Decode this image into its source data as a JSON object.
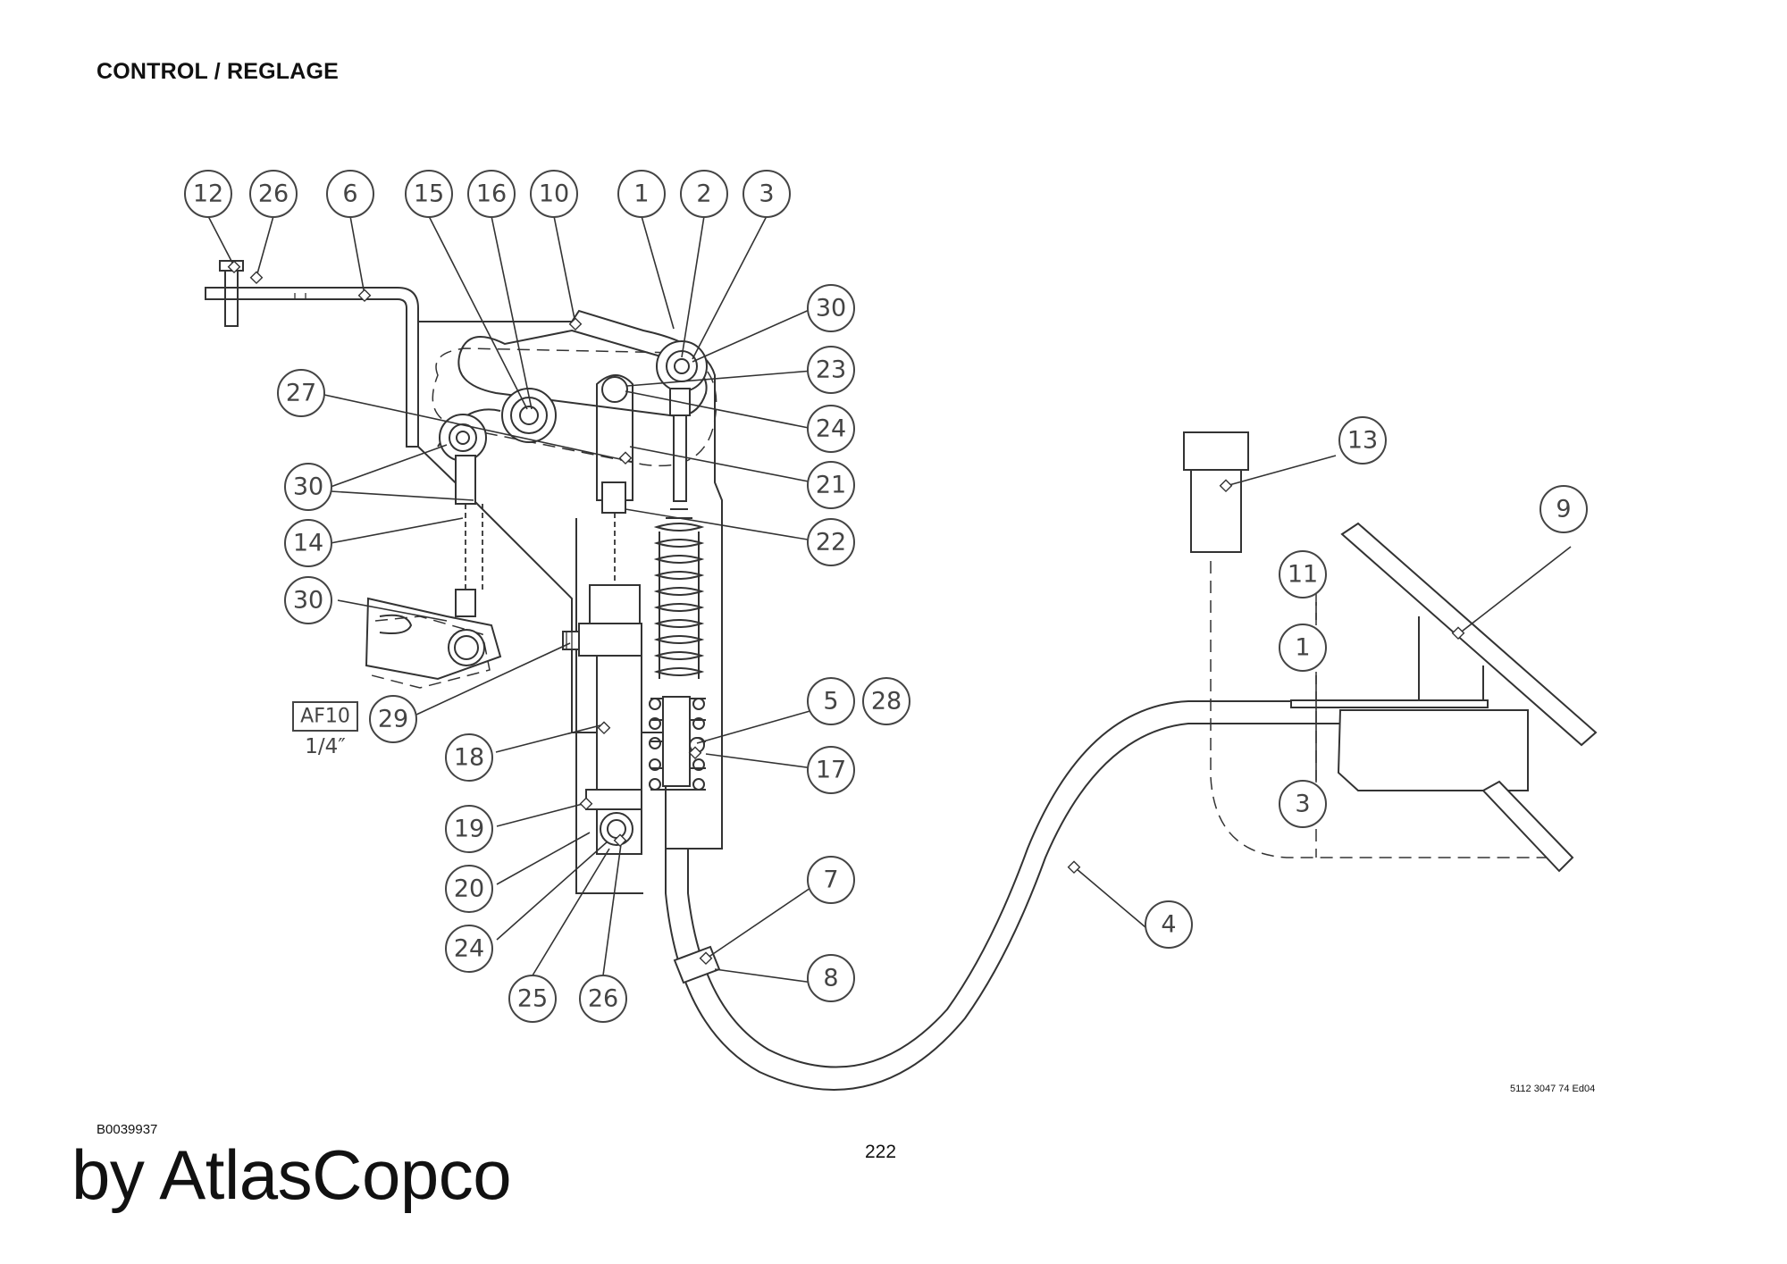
{
  "header": {
    "title": "CONTROL / REGLAGE"
  },
  "footer": {
    "drawing_ref": "B0039937",
    "brand": "by AtlasCopco",
    "page_number": "222",
    "document_code": "5112 3047 74 Ed04"
  },
  "callouts": {
    "c12": "12",
    "c26a": "26",
    "c6": "6",
    "c15": "15",
    "c16": "16",
    "c10": "10",
    "c1a": "1",
    "c2": "2",
    "c3a": "3",
    "c30a": "30",
    "c23": "23",
    "c24a": "24",
    "c21": "21",
    "c22": "22",
    "c27": "27",
    "c30b": "30",
    "c14": "14",
    "c30c": "30",
    "c29": "29",
    "c18": "18",
    "c19": "19",
    "c20": "20",
    "c24b": "24",
    "c25": "25",
    "c26b": "26",
    "c5": "5",
    "c28": "28",
    "c17": "17",
    "c7": "7",
    "c8": "8",
    "c13": "13",
    "c9": "9",
    "c11": "11",
    "c1b": "1",
    "c3b": "3",
    "c4": "4"
  },
  "wrench_note": {
    "size": "AF10",
    "thread": "1/4″"
  }
}
